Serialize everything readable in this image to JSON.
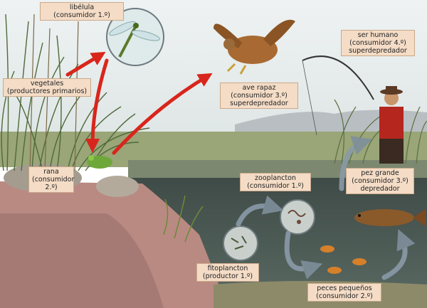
{
  "labels": {
    "libelula": {
      "name": "libélula",
      "role": "(consumidor 1.º)"
    },
    "vegetales": {
      "name": "vegetales",
      "role": "(productores primarios)"
    },
    "ave": {
      "name": "ave rapaz",
      "role": "(consumidor 3.º)",
      "extra": "superdepredador"
    },
    "humano": {
      "name": "ser humano",
      "role": "(consumidor 4.º)",
      "extra": "superdepredador"
    },
    "rana": {
      "name": "rana",
      "role": "(consumidor",
      "role2": "2.º)"
    },
    "zoo": {
      "name": "zooplancton",
      "role": "(consumidor 1.º)"
    },
    "pez": {
      "name": "pez grande",
      "role": "(consumidor 3.º)",
      "extra": "depredador"
    },
    "fito": {
      "name": "fitoplancton",
      "role": "(productor 1.º)"
    },
    "peces": {
      "name": "peces pequeños",
      "role": "(consumidor 2.º)"
    }
  },
  "colors": {
    "label_bg": "#f4dcc6",
    "arrow_red": "#d8261c",
    "arrow_gray": "#8a9aa8",
    "sky": "#e6ecec",
    "water": "#4e5e58",
    "sediment": "#b98a82"
  }
}
